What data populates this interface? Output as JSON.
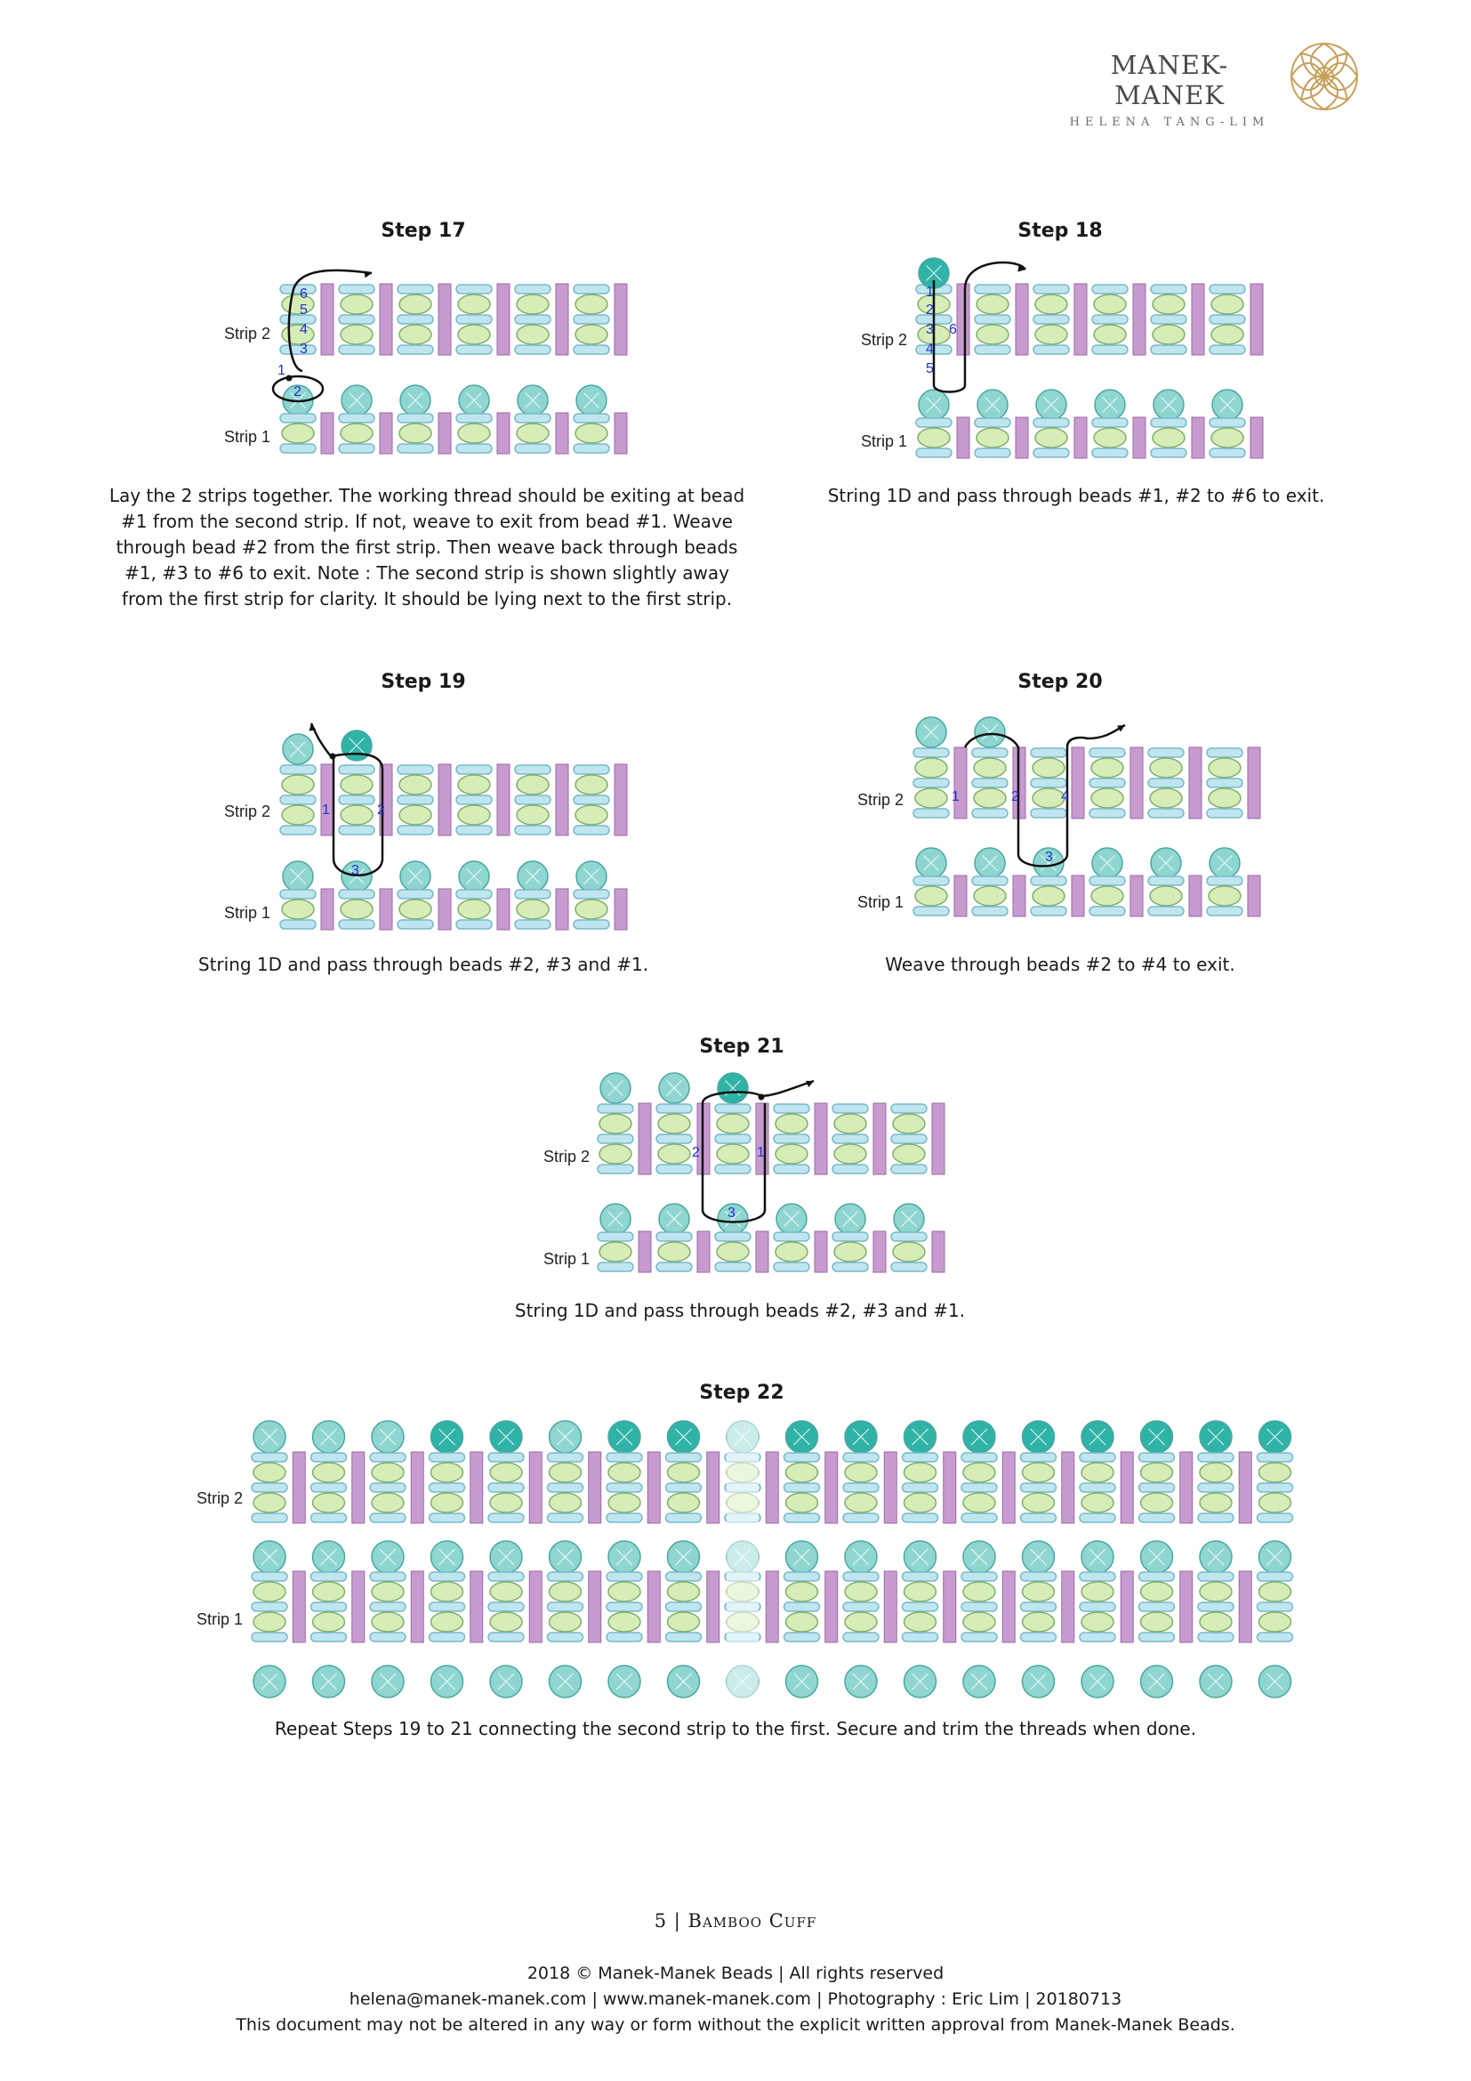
{
  "header": {
    "brand_name": "MANEK-MANEK",
    "brand_sub": "HELENA TANG-LIM"
  },
  "strip_labels": {
    "strip2": "Strip 2",
    "strip1": "Strip 1"
  },
  "steps": [
    {
      "title": "Step 17",
      "caption": [
        "Lay the 2 strips together. The working thread should be exiting at bead",
        "#1 from the second strip. If not, weave to exit from bead #1. Weave",
        "through bead #2 from the first strip. Then weave back through beads",
        "#1, #3 to #6 to exit. Note : The second strip is shown slightly away",
        "from the first strip for clarity. It should be lying next to the first strip."
      ],
      "numbers": [
        "6",
        "5",
        "4",
        "3",
        "1",
        "2"
      ]
    },
    {
      "title": "Step 18",
      "caption": [
        "String 1D and pass through beads #1, #2 to #6 to exit."
      ],
      "numbers": [
        "1",
        "2",
        "3",
        "4",
        "5",
        "6"
      ]
    },
    {
      "title": "Step 19",
      "caption": [
        "String 1D and pass through beads #2, #3 and #1."
      ],
      "numbers": [
        "1",
        "2",
        "3"
      ]
    },
    {
      "title": "Step 20",
      "caption": [
        "Weave through beads #2 to #4 to exit."
      ],
      "numbers": [
        "1",
        "2",
        "3",
        "4"
      ]
    },
    {
      "title": "Step 21",
      "caption": [
        "String 1D and pass through beads #2, #3 and #1."
      ],
      "numbers": [
        "2",
        "1",
        "3"
      ]
    },
    {
      "title": "Step 22",
      "caption": [
        "Repeat Steps 19 to 21 connecting the second strip to the first. Secure and trim the threads when done."
      ]
    }
  ],
  "page_footer": {
    "page_number": "5",
    "page_title": "Bamboo Cuff",
    "separator": "|",
    "line1": "2018 © Manek-Manek Beads | All rights reserved",
    "line2": "helena@manek-manek.com | www.manek-manek.com | Photography : Eric Lim | 20180713",
    "line3": "This document may not be altered in any way or form without the explicit written approval from Manek-Manek Beads."
  },
  "colors": {
    "seed_bead": "#d6edb8",
    "seed_outline": "#7fae68",
    "bar_bead": "#c89bd0",
    "bar_outline": "#9a6aa6",
    "crystal": "#8fd6d0",
    "crystal_dark": "#2fb3a6",
    "rule_bead": "#bfe6ef",
    "number": "#2233cc",
    "thread": "#111111"
  }
}
